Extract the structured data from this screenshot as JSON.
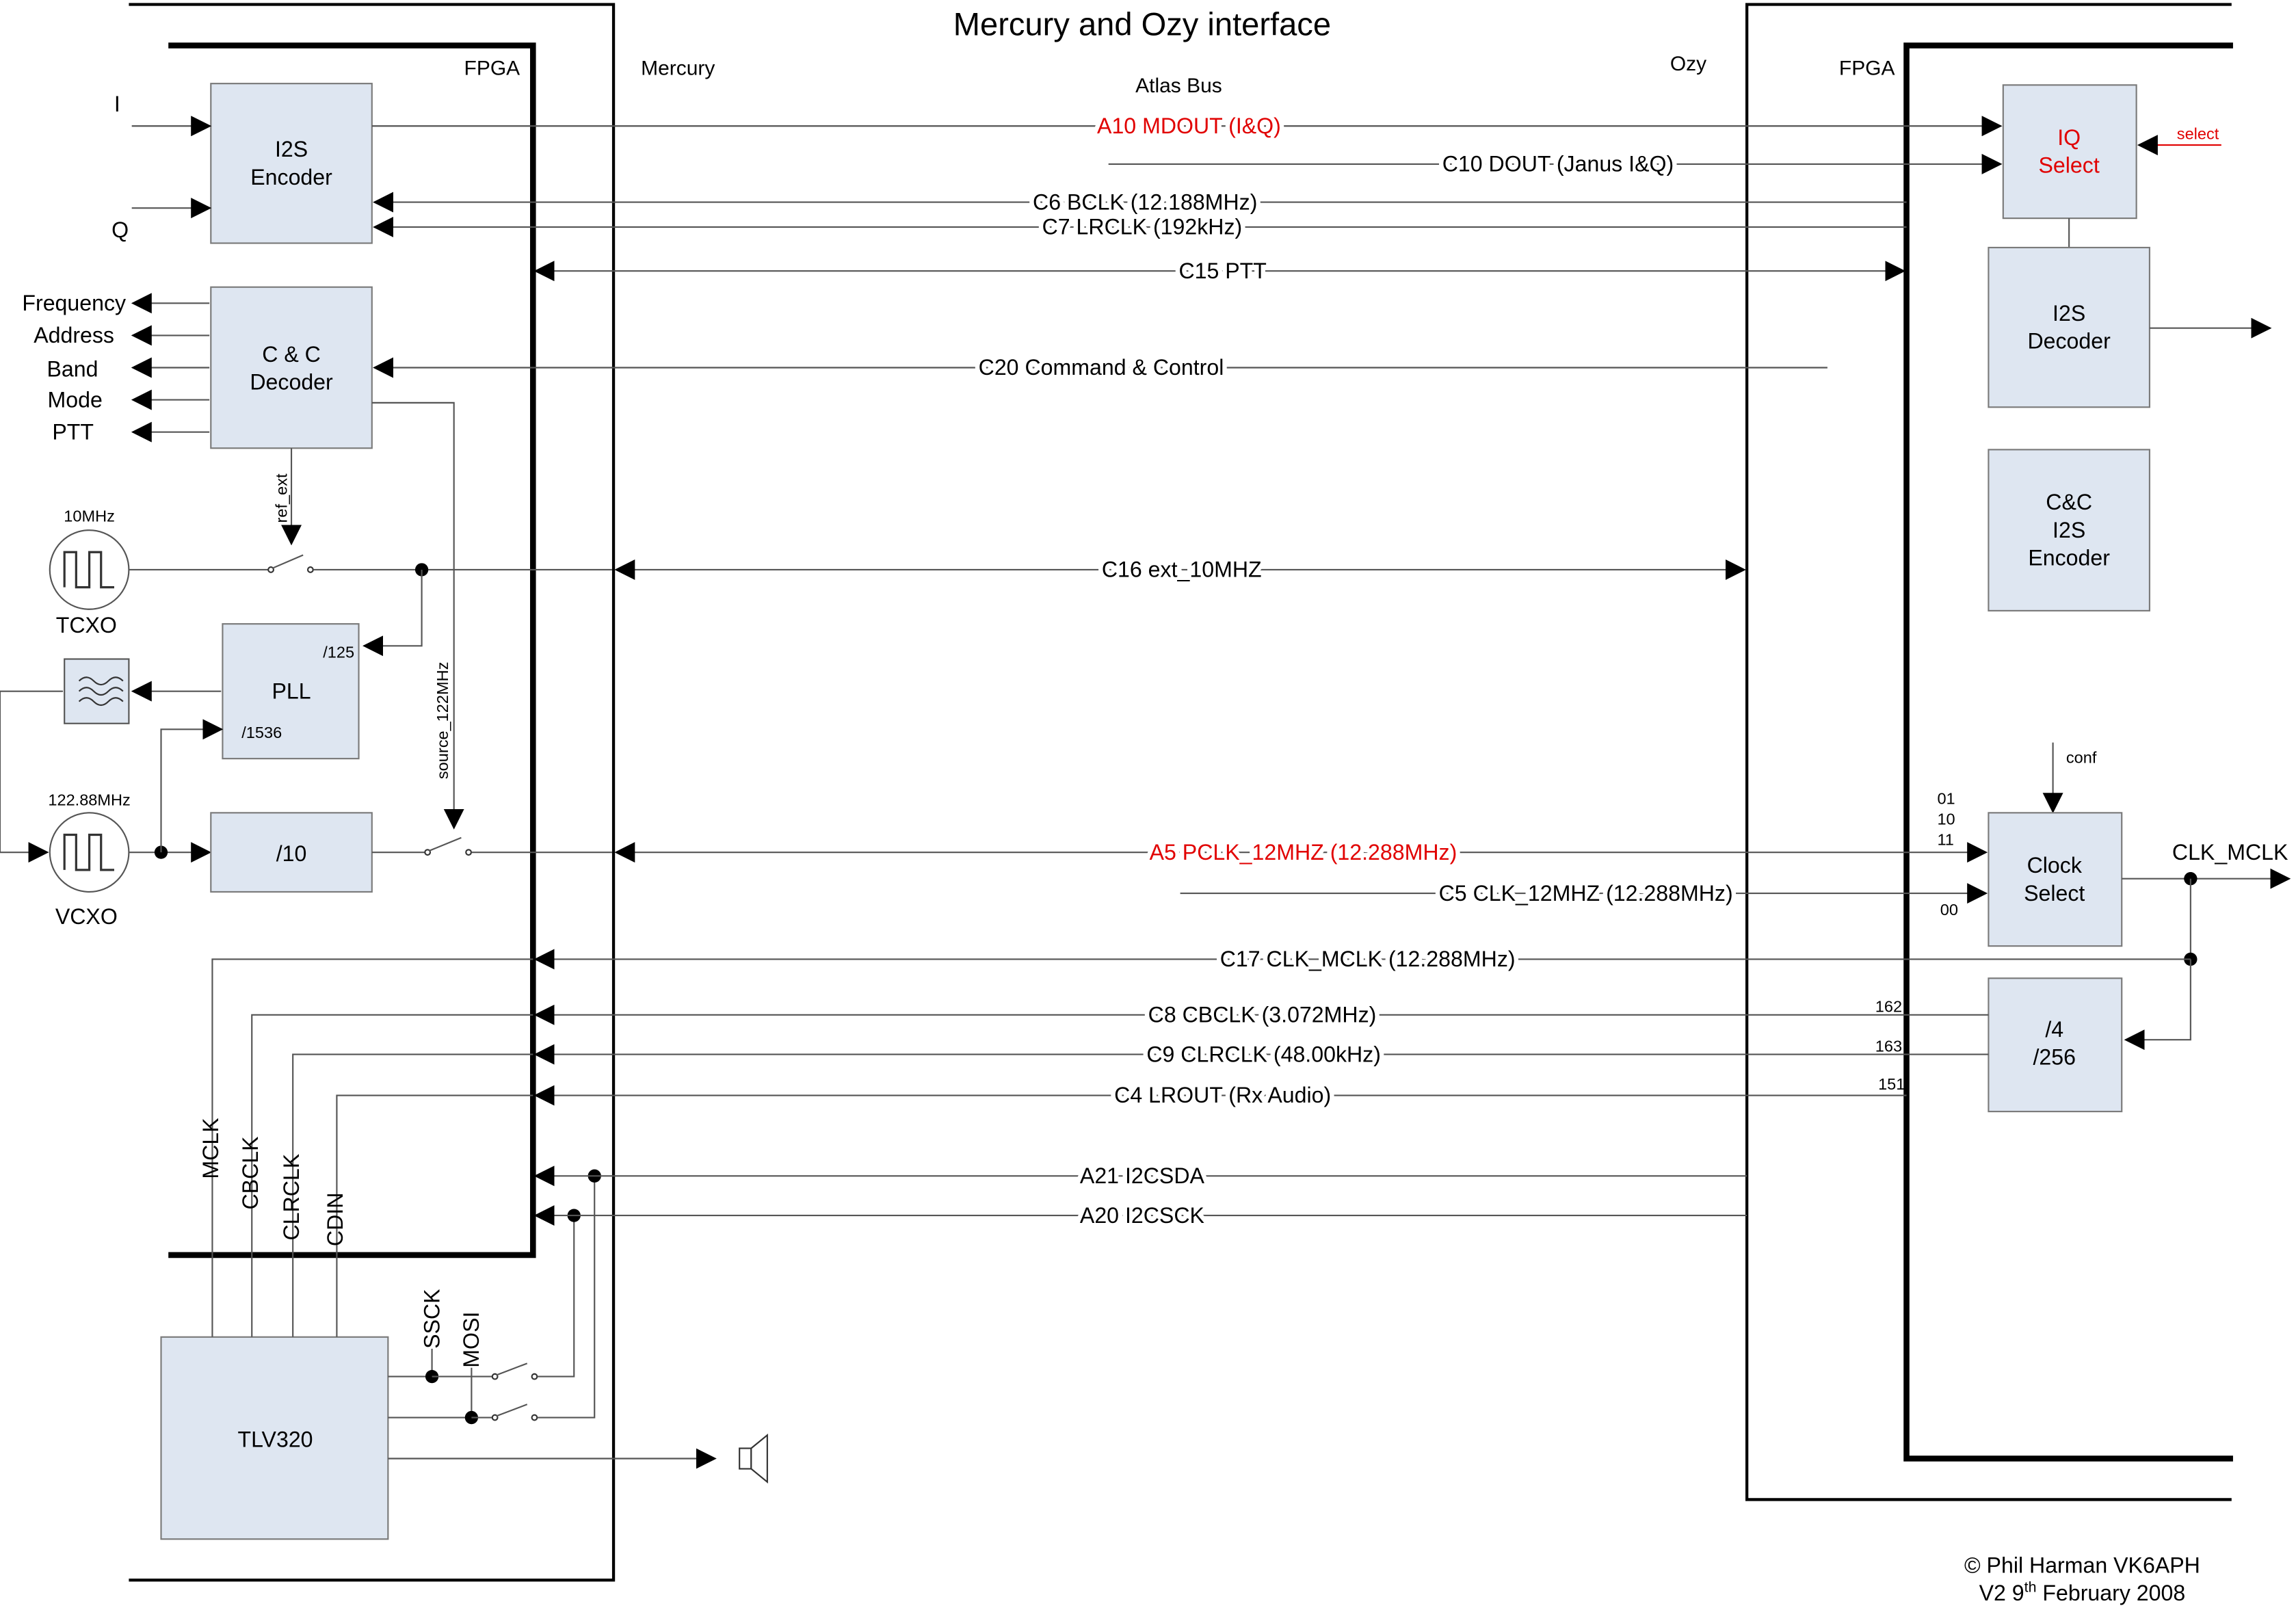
{
  "title": "Mercury  and Ozy interface",
  "section_labels": {
    "fpga_left": "FPGA",
    "mercury": "Mercury",
    "atlas_bus": "Atlas Bus",
    "ozy": "Ozy",
    "fpga_right": "FPGA"
  },
  "inputs": {
    "i": "I",
    "q": "Q"
  },
  "blocks": {
    "i2s_encoder": "I2S\nEncoder",
    "cc_decoder": "C & C\nDecoder",
    "pll": "PLL",
    "pll_div125": "/125",
    "pll_div1536": "/1536",
    "div10": "/10",
    "tlv320": "TLV320",
    "iq_select": "IQ\nSelect",
    "i2s_decoder": "I2S\nDecoder",
    "cc_i2s_encoder": "C&C\nI2S\nEncoder",
    "clock_select": "Clock\nSelect",
    "div4_256": "/4\n/256"
  },
  "decoder_outputs": [
    "Frequency",
    "Address",
    "Band",
    "Mode",
    "PTT"
  ],
  "oscillators": {
    "tcxo_freq": "10MHz",
    "tcxo": "TCXO",
    "vcxo_freq": "122.88MHz",
    "vcxo": "VCXO"
  },
  "control_labels": {
    "ref_ext": "ref_ext",
    "source": "source_122MHz",
    "select": "select",
    "conf": "conf",
    "clk_mclk_out": "CLK_MCLK"
  },
  "clock_select_inputs": [
    "01",
    "10",
    "11",
    "00"
  ],
  "divider_pins": [
    "162",
    "163",
    "151"
  ],
  "codec_pins": [
    "MCLK",
    "CBCLK",
    "CLRCLK",
    "CDIN"
  ],
  "spi_pins": [
    "SSCK",
    "MOSI"
  ],
  "bus_signals": [
    {
      "label": "A10 MDOUT (I&Q)",
      "color": "#e10000"
    },
    {
      "label": "C10 DOUT (Janus I&Q)",
      "color": "#000000"
    },
    {
      "label": "C6 BCLK (12.188MHz)",
      "color": "#000000"
    },
    {
      "label": "C7 LRCLK (192kHz)",
      "color": "#000000"
    },
    {
      "label": "C15 PTT",
      "color": "#000000"
    },
    {
      "label": "C20 Command & Control",
      "color": "#000000"
    },
    {
      "label": "C16 ext_10MHZ",
      "color": "#000000"
    },
    {
      "label": "A5 PCLK_12MHZ (12.288MHz)",
      "color": "#e10000"
    },
    {
      "label": "C5 CLK_12MHZ (12.288MHz)",
      "color": "#000000"
    },
    {
      "label": "C17 CLK_MCLK (12.288MHz)",
      "color": "#000000"
    },
    {
      "label": "C8 CBCLK (3.072MHz)",
      "color": "#000000"
    },
    {
      "label": "C9 CLRCLK (48.00kHz)",
      "color": "#000000"
    },
    {
      "label": "C4 LROUT (Rx Audio)",
      "color": "#000000"
    },
    {
      "label": "A21 I2CSDA",
      "color": "#000000"
    },
    {
      "label": "A20 I2CSCK",
      "color": "#000000"
    }
  ],
  "credit": {
    "line1": "© Phil Harman VK6APH",
    "line2_prefix": "V2 9",
    "line2_sup": "th",
    "line2_suffix": " February 2008"
  }
}
